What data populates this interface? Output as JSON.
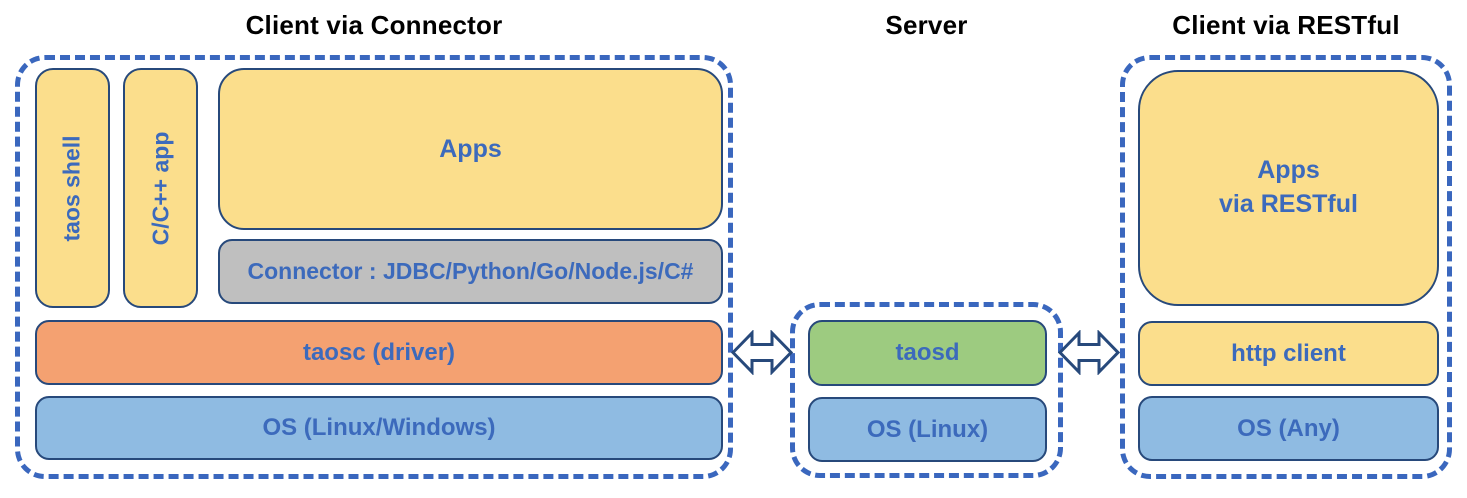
{
  "diagram": {
    "client_connector": {
      "title": "Client via Connector",
      "taos_shell_label": "taos shell",
      "cpp_app_label": "C/C++ app",
      "apps_label": "Apps",
      "connector_label": "Connector : JDBC/Python/Go/Node.js/C#",
      "taosc_label": "taosc (driver)",
      "os_label": "OS (Linux/Windows)"
    },
    "server": {
      "title": "Server",
      "taosd_label": "taosd",
      "os_label": "OS (Linux)"
    },
    "client_restful": {
      "title": "Client via RESTful",
      "apps_label_line1": "Apps",
      "apps_label_line2": "via RESTful",
      "http_client_label": "http client",
      "os_label": "OS (Any)"
    },
    "colors": {
      "dashed_border_blue": "#3a67be",
      "box_border_navy": "#27497b",
      "label_blue": "#3c6abc",
      "app_yellow": "#fbde8c",
      "connector_gray": "#bfbfbf",
      "driver_orange": "#f4a171",
      "os_blue": "#8fbbe2",
      "server_green": "#9dcb80",
      "title_black": "#000000"
    }
  }
}
